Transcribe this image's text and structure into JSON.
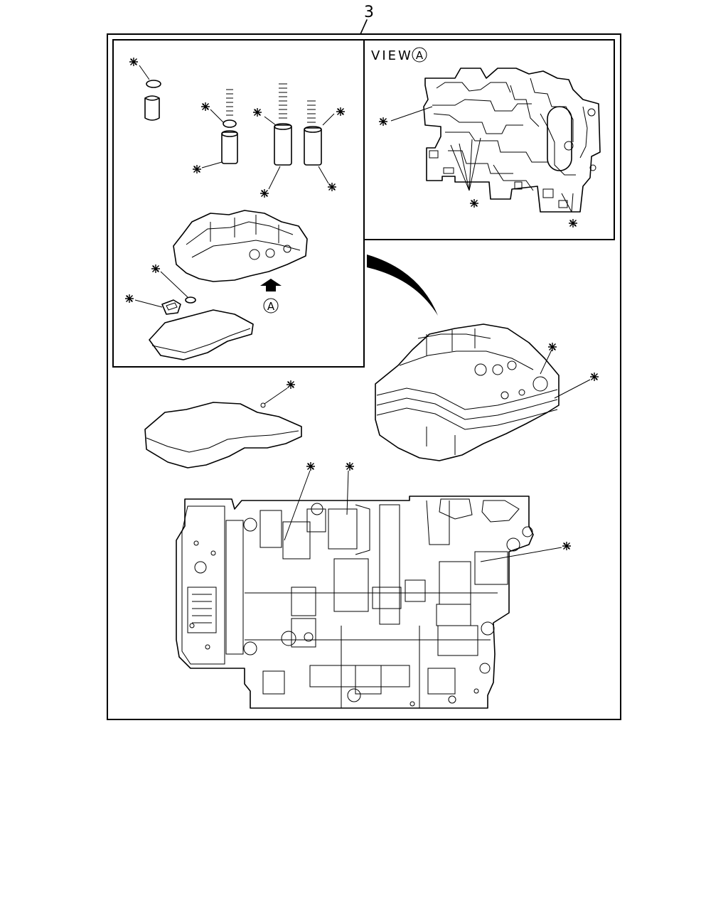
{
  "callout_number": "3",
  "view_label": "VIEW",
  "view_letter": "A",
  "arrow_letter": "A",
  "marker_symbol": "※"
}
